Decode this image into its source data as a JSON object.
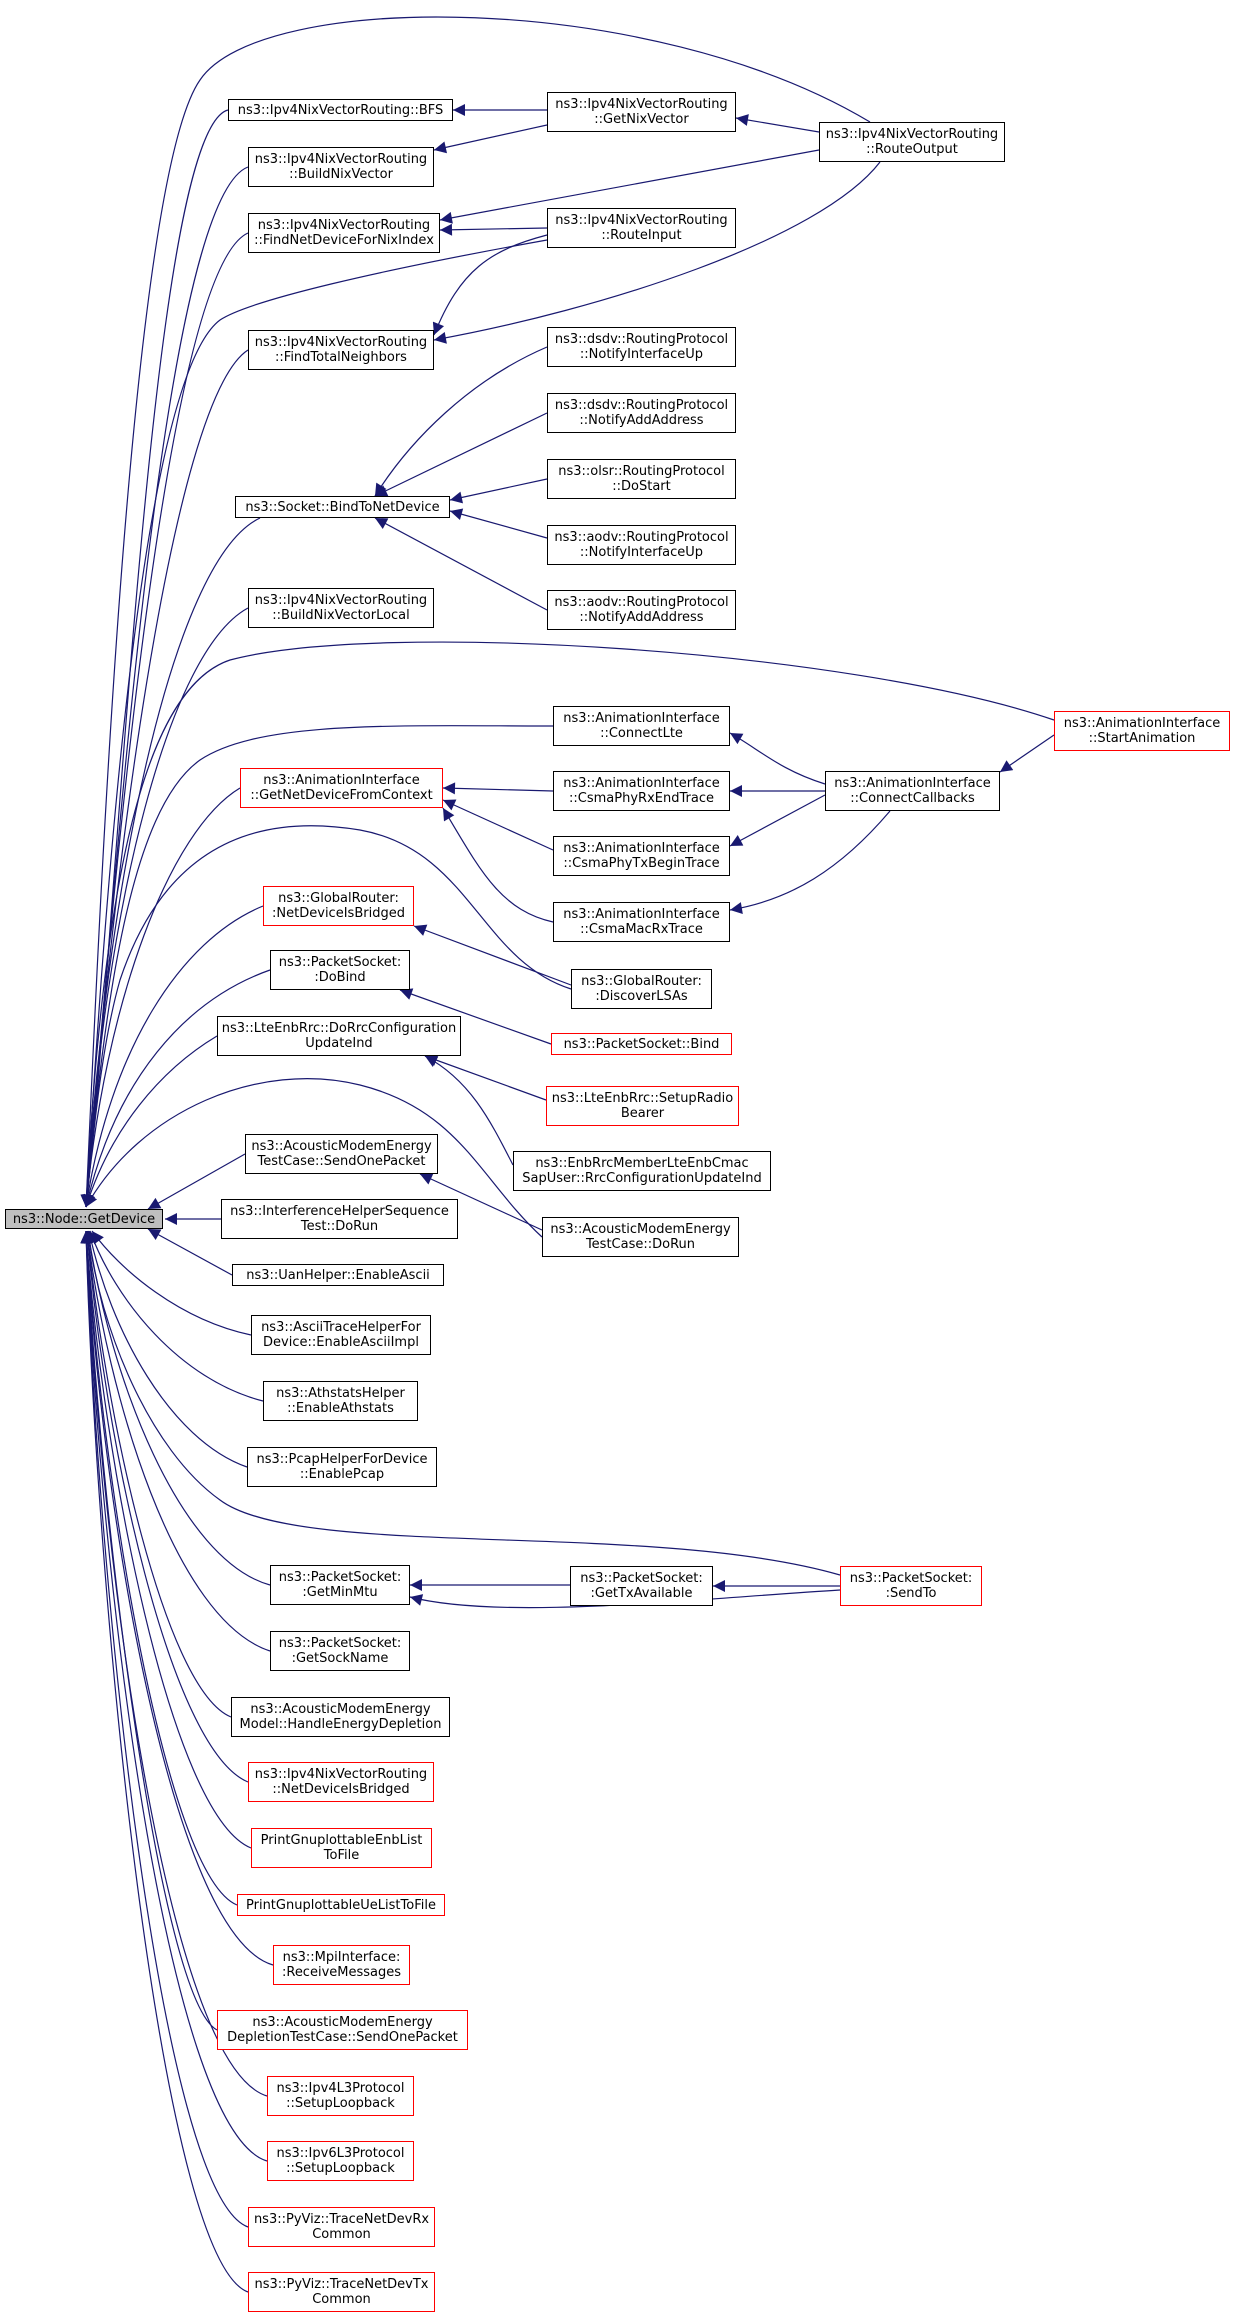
{
  "colors": {
    "edge": "#191970",
    "border": "#000000",
    "truncated_border": "#ff0000",
    "root_fill": "#bfbfbf"
  },
  "nodes": {
    "root": "ns3::Node::GetDevice",
    "bfs": "ns3::Ipv4NixVectorRouting::BFS",
    "build_nix_vector": "ns3::Ipv4NixVectorRouting\n::BuildNixVector",
    "find_net_device": "ns3::Ipv4NixVectorRouting\n::FindNetDeviceForNixIndex",
    "find_total_neighbors": "ns3::Ipv4NixVectorRouting\n::FindTotalNeighbors",
    "socket_bind": "ns3::Socket::BindToNetDevice",
    "build_nix_vector_local": "ns3::Ipv4NixVectorRouting\n::BuildNixVectorLocal",
    "get_net_device_from_context": "ns3::AnimationInterface\n::GetNetDeviceFromContext",
    "net_device_is_bridged": "ns3::GlobalRouter:\n:NetDeviceIsBridged",
    "packet_socket_dobind": "ns3::PacketSocket:\n:DoBind",
    "do_rrc_config": "ns3::LteEnbRrc::DoRrcConfiguration\nUpdateInd",
    "acoustic_send_one_packet": "ns3::AcousticModemEnergy\nTestCase::SendOnePacket",
    "interference_helper": "ns3::InterferenceHelperSequence\nTest::DoRun",
    "uan_helper": "ns3::UanHelper::EnableAscii",
    "ascii_trace_helper": "ns3::AsciiTraceHelperFor\nDevice::EnableAsciiImpl",
    "athstats_helper": "ns3::AthstatsHelper\n::EnableAthstats",
    "pcap_helper": "ns3::PcapHelperForDevice\n::EnablePcap",
    "get_min_mtu": "ns3::PacketSocket:\n:GetMinMtu",
    "get_sock_name": "ns3::PacketSocket:\n:GetSockName",
    "handle_energy_depletion": "ns3::AcousticModemEnergy\nModel::HandleEnergyDepletion",
    "nix_net_device_is_bridged": "ns3::Ipv4NixVectorRouting\n::NetDeviceIsBridged",
    "print_enb_list": "PrintGnuplottableEnbList\nToFile",
    "print_ue_list": "PrintGnuplottableUeListToFile",
    "mpi_receive": "ns3::MpiInterface:\n:ReceiveMessages",
    "depletion_send_one_packet": "ns3::AcousticModemEnergy\nDepletionTestCase::SendOnePacket",
    "ipv4_loopback": "ns3::Ipv4L3Protocol\n::SetupLoopback",
    "ipv6_loopback": "ns3::Ipv6L3Protocol\n::SetupLoopback",
    "trace_rx": "ns3::PyViz::TraceNetDevRx\nCommon",
    "trace_tx": "ns3::PyViz::TraceNetDevTx\nCommon",
    "get_nix_vector": "ns3::Ipv4NixVectorRouting\n::GetNixVector",
    "route_input": "ns3::Ipv4NixVectorRouting\n::RouteInput",
    "dsdv_iface_up": "ns3::dsdv::RoutingProtocol\n::NotifyInterfaceUp",
    "dsdv_add_addr": "ns3::dsdv::RoutingProtocol\n::NotifyAddAddress",
    "olsr_do_start": "ns3::olsr::RoutingProtocol\n::DoStart",
    "aodv_iface_up": "ns3::aodv::RoutingProtocol\n::NotifyInterfaceUp",
    "aodv_add_addr": "ns3::aodv::RoutingProtocol\n::NotifyAddAddress",
    "connect_lte": "ns3::AnimationInterface\n::ConnectLte",
    "csma_phy_rx_end": "ns3::AnimationInterface\n::CsmaPhyRxEndTrace",
    "csma_phy_tx_begin": "ns3::AnimationInterface\n::CsmaPhyTxBeginTrace",
    "csma_mac_rx": "ns3::AnimationInterface\n::CsmaMacRxTrace",
    "discover_lsas": "ns3::GlobalRouter:\n:DiscoverLSAs",
    "packet_socket_bind": "ns3::PacketSocket::Bind",
    "setup_radio_bearer": "ns3::LteEnbRrc::SetupRadio\nBearer",
    "enb_rrc_member": "ns3::EnbRrcMemberLteEnbCmac\nSapUser::RrcConfigurationUpdateInd",
    "acoustic_do_run": "ns3::AcousticModemEnergy\nTestCase::DoRun",
    "get_tx_available": "ns3::PacketSocket:\n:GetTxAvailable",
    "route_output": "ns3::Ipv4NixVectorRouting\n::RouteOutput",
    "connect_callbacks": "ns3::AnimationInterface\n::ConnectCallbacks",
    "send_to": "ns3::PacketSocket:\n:SendTo",
    "start_animation": "ns3::AnimationInterface\n::StartAnimation"
  }
}
